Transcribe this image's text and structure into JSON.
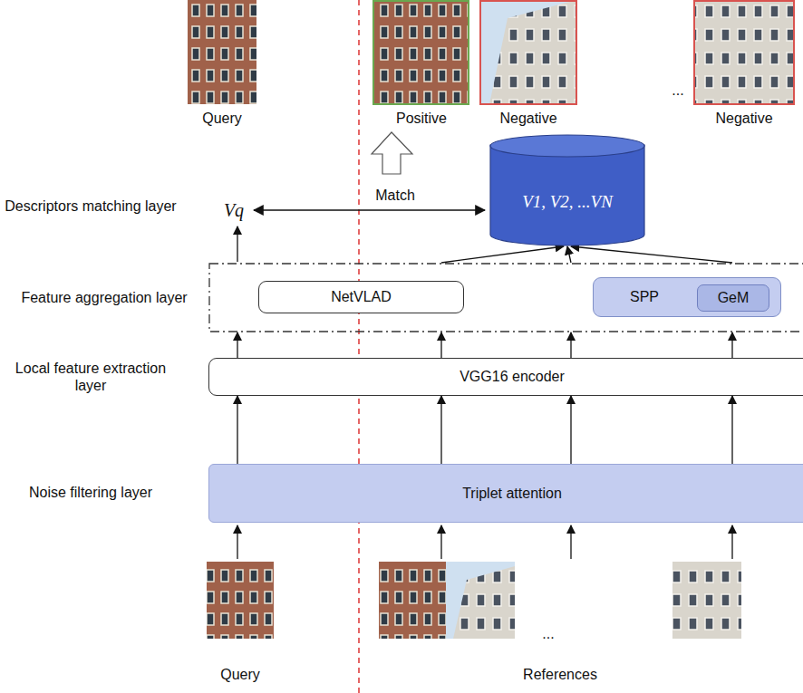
{
  "diagram": {
    "nodes": [
      {
        "text": [
          "V1, V2, ...VN"
        ]
      },
      {
        "text": [
          "Feature aggregation layer"
        ]
      },
      {
        "text": [
          "NetVLAD"
        ],
        "in": 1
      },
      {
        "text": [
          "SPP"
        ],
        "in": 1
      },
      {
        "text": [
          "GeM"
        ],
        "in": 3
      },
      {
        "text": [
          "VGG16 encoder"
        ]
      },
      {
        "text": [
          "Triplet attention"
        ]
      }
    ],
    "edges": [
      {
        "from": 6,
        "to": 5,
        "arrow": "to"
      },
      {
        "from": 6,
        "to": 5,
        "arrow": "to"
      },
      {
        "from": 6,
        "to": 5,
        "arrow": "to"
      },
      {
        "from": 6,
        "to": 5,
        "arrow": "to"
      },
      {
        "from": 5,
        "to": 1,
        "arrow": "to"
      },
      {
        "from": 5,
        "to": 1,
        "arrow": "to"
      },
      {
        "from": 5,
        "to": 1,
        "arrow": "to"
      },
      {
        "from": 5,
        "to": 1,
        "arrow": "to"
      },
      {
        "from": 1,
        "to": 0,
        "arrow": "to"
      },
      {
        "from": 1,
        "to": 0,
        "arrow": "to"
      },
      {
        "from": 1,
        "to": 0,
        "arrow": "to"
      }
    ],
    "labels": [
      "Query",
      "Positive",
      "Negative",
      "...",
      "Negative",
      "Descriptors matching layer",
      "Vq",
      "Match",
      "Local feature extraction layer",
      "Noise filtering layer",
      "Query",
      "...",
      "References"
    ]
  }
}
